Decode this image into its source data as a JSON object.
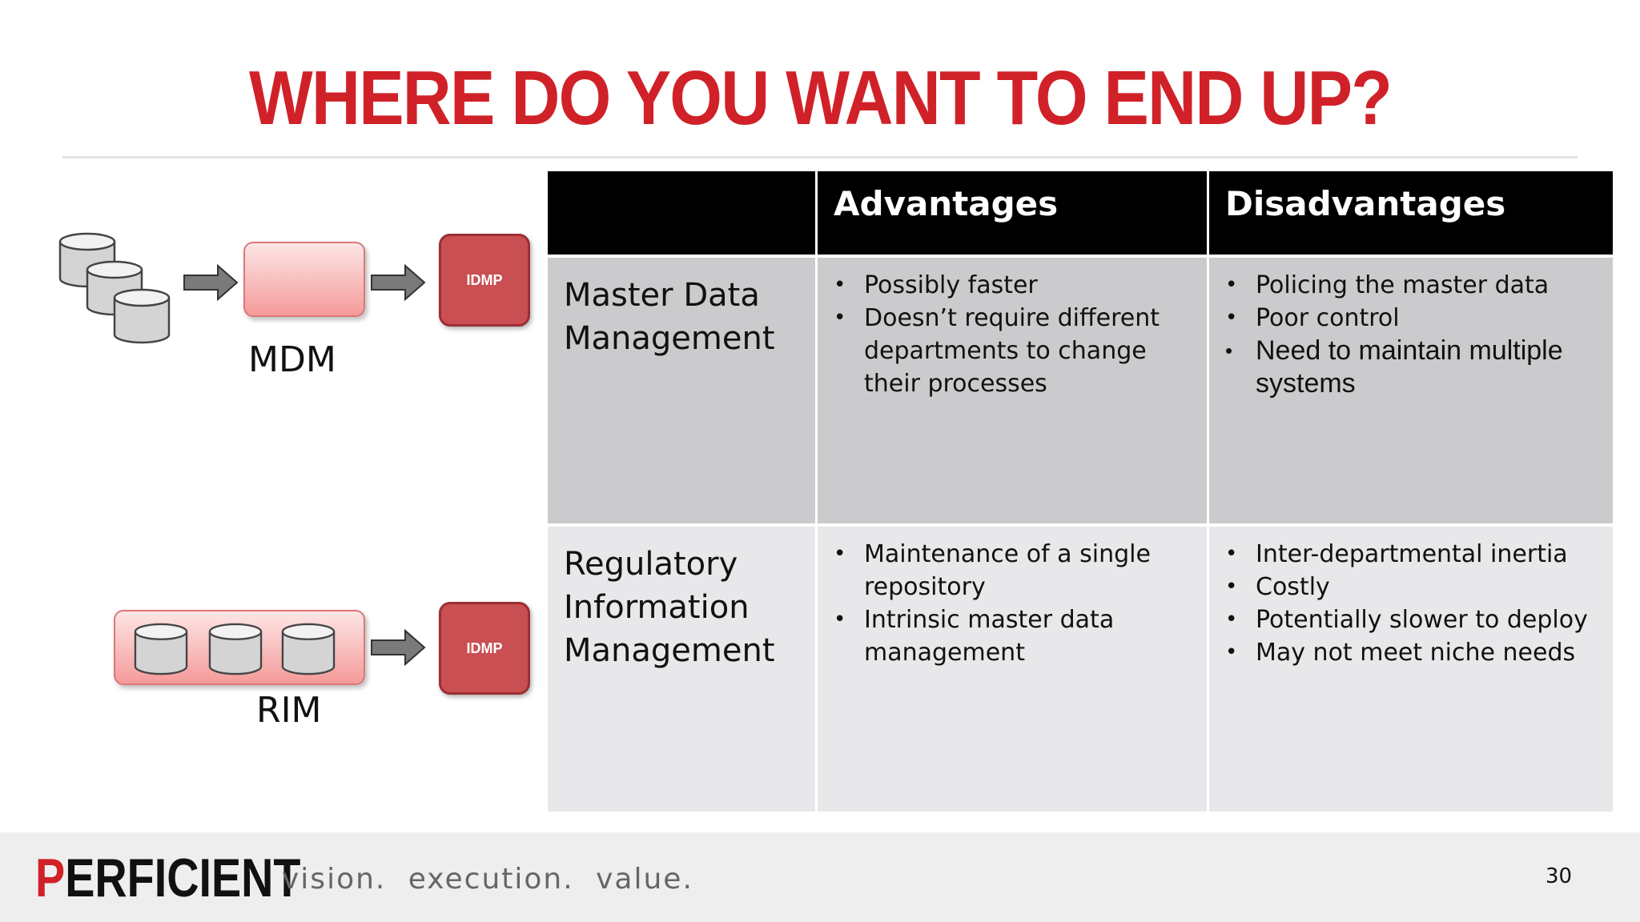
{
  "slide": {
    "title": "WHERE DO YOU WANT TO END UP?",
    "page_number": "30"
  },
  "diagram": {
    "mdm_label": "MDM",
    "rim_label": "RIM",
    "idmp_label": "IDMP"
  },
  "table": {
    "headers": [
      "",
      "Advantages",
      "Disadvantages"
    ],
    "rows": [
      {
        "label_lines": [
          "Master Data",
          "Management"
        ],
        "advantages": [
          "Possibly faster",
          "Doesn’t require different departments to change their processes"
        ],
        "disadvantages": [
          "Policing the master data",
          "Poor control",
          "Need to maintain multiple systems"
        ]
      },
      {
        "label_lines": [
          "Regulatory",
          "Information",
          "Management"
        ],
        "advantages": [
          "Maintenance of a single repository",
          "Intrinsic master data management"
        ],
        "disadvantages": [
          "Inter-departmental inertia",
          "Costly",
          "Potentially slower to deploy",
          "May not meet niche needs"
        ]
      }
    ]
  },
  "footer": {
    "logo_initial": "P",
    "logo_rest": "ERFICIENT",
    "tagline": "vision.  execution.  value."
  },
  "colors": {
    "title_red": "#d02128",
    "idmp_red": "#c94f52",
    "header_black": "#000000",
    "row_dark_gray": "#cbcacd",
    "row_light_gray": "#e8e7ea"
  }
}
